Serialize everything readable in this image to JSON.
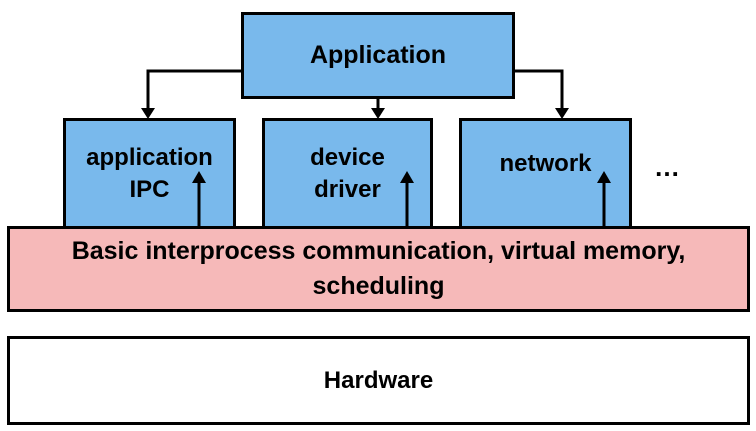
{
  "diagram": {
    "application_box": {
      "label": "Application"
    },
    "application_ipc_box": {
      "line1": "application",
      "line2": "IPC"
    },
    "device_driver_box": {
      "line1": "device",
      "line2": "driver"
    },
    "network_box": {
      "label": "network"
    },
    "ellipsis": "…",
    "kernel_box": {
      "line1": "Basic interprocess communication, virtual memory,",
      "line2": "scheduling"
    },
    "hardware_box": {
      "label": "Hardware"
    }
  },
  "colors": {
    "server_fill": "#79b9ec",
    "kernel_fill": "#f6b9b9",
    "hardware_fill": "#ffffff",
    "stroke": "#000000"
  },
  "icons": [
    "arrow-down-icon",
    "arrow-up-icon"
  ]
}
